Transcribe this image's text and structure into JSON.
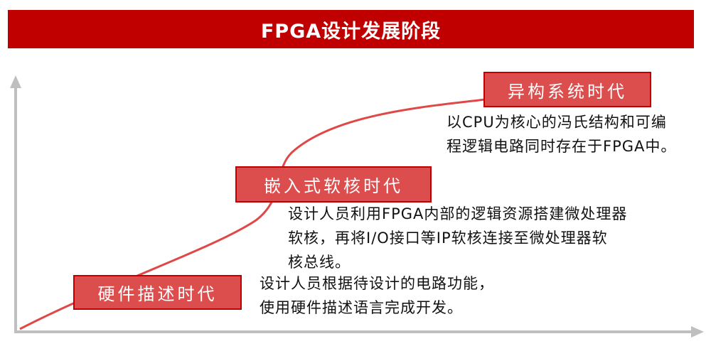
{
  "title": "FPGA设计发展阶段",
  "colors": {
    "title_bg": "#C00000",
    "box_fill": "#DC4E4E",
    "curve": "#E04848",
    "axis": "#BFBFBF"
  },
  "stages": [
    {
      "label": "硬件描述时代",
      "desc": [
        "设计人员根据待设计的电路功能，",
        "使用硬件描述语言完成开发。"
      ]
    },
    {
      "label": "嵌入式软核时代",
      "desc": [
        "设计人员利用FPGA内部的逻辑资源搭建微处理器",
        "软核，再将I/O接口等IP软核连接至微处理器软",
        "核总线。"
      ]
    },
    {
      "label": "异构系统时代",
      "desc": [
        "以CPU为核心的冯氏结构和可编",
        "程逻辑电路同时存在于FPGA中。"
      ]
    }
  ]
}
